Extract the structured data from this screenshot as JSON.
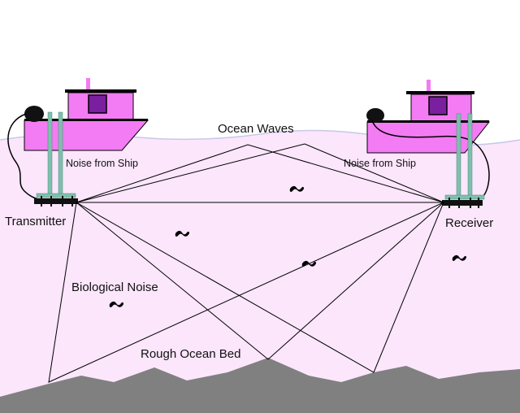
{
  "labels": {
    "ocean_waves": "Ocean Waves",
    "noise_from_ship_left": "Noise from Ship",
    "noise_from_ship_right": "Noise from Ship",
    "transmitter": "Transmitter",
    "receiver": "Receiver",
    "biological_noise": "Biological Noise",
    "rough_ocean_bed": "Rough Ocean Bed"
  },
  "colors": {
    "water": "#fbe6fb",
    "sky": "#ffffff",
    "ship_hull": "#f37bf3",
    "ship_window": "#7a1fa0",
    "mast_pole": "#f37bf3",
    "hydrophone_rod": "#7fbfae",
    "ocean_bed": "#808080",
    "wave_line": "#c8c8e8",
    "ray": "#000000",
    "fish": "#000000"
  },
  "icons": {
    "ship": "ship-icon",
    "fish": "fish-icon",
    "transducer": "transducer-icon"
  }
}
